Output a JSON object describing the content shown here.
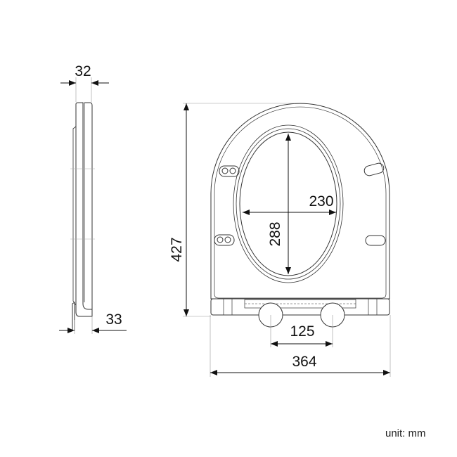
{
  "side_view": {
    "top_thickness": "32",
    "bottom_thickness": "33"
  },
  "front_view": {
    "overall_length": "427",
    "overall_width": "364",
    "opening_width": "230",
    "opening_length": "288",
    "hinge_spacing": "125"
  },
  "unit_label": "unit: mm",
  "colors": {
    "line": "#222222",
    "thin_line": "#888888"
  }
}
